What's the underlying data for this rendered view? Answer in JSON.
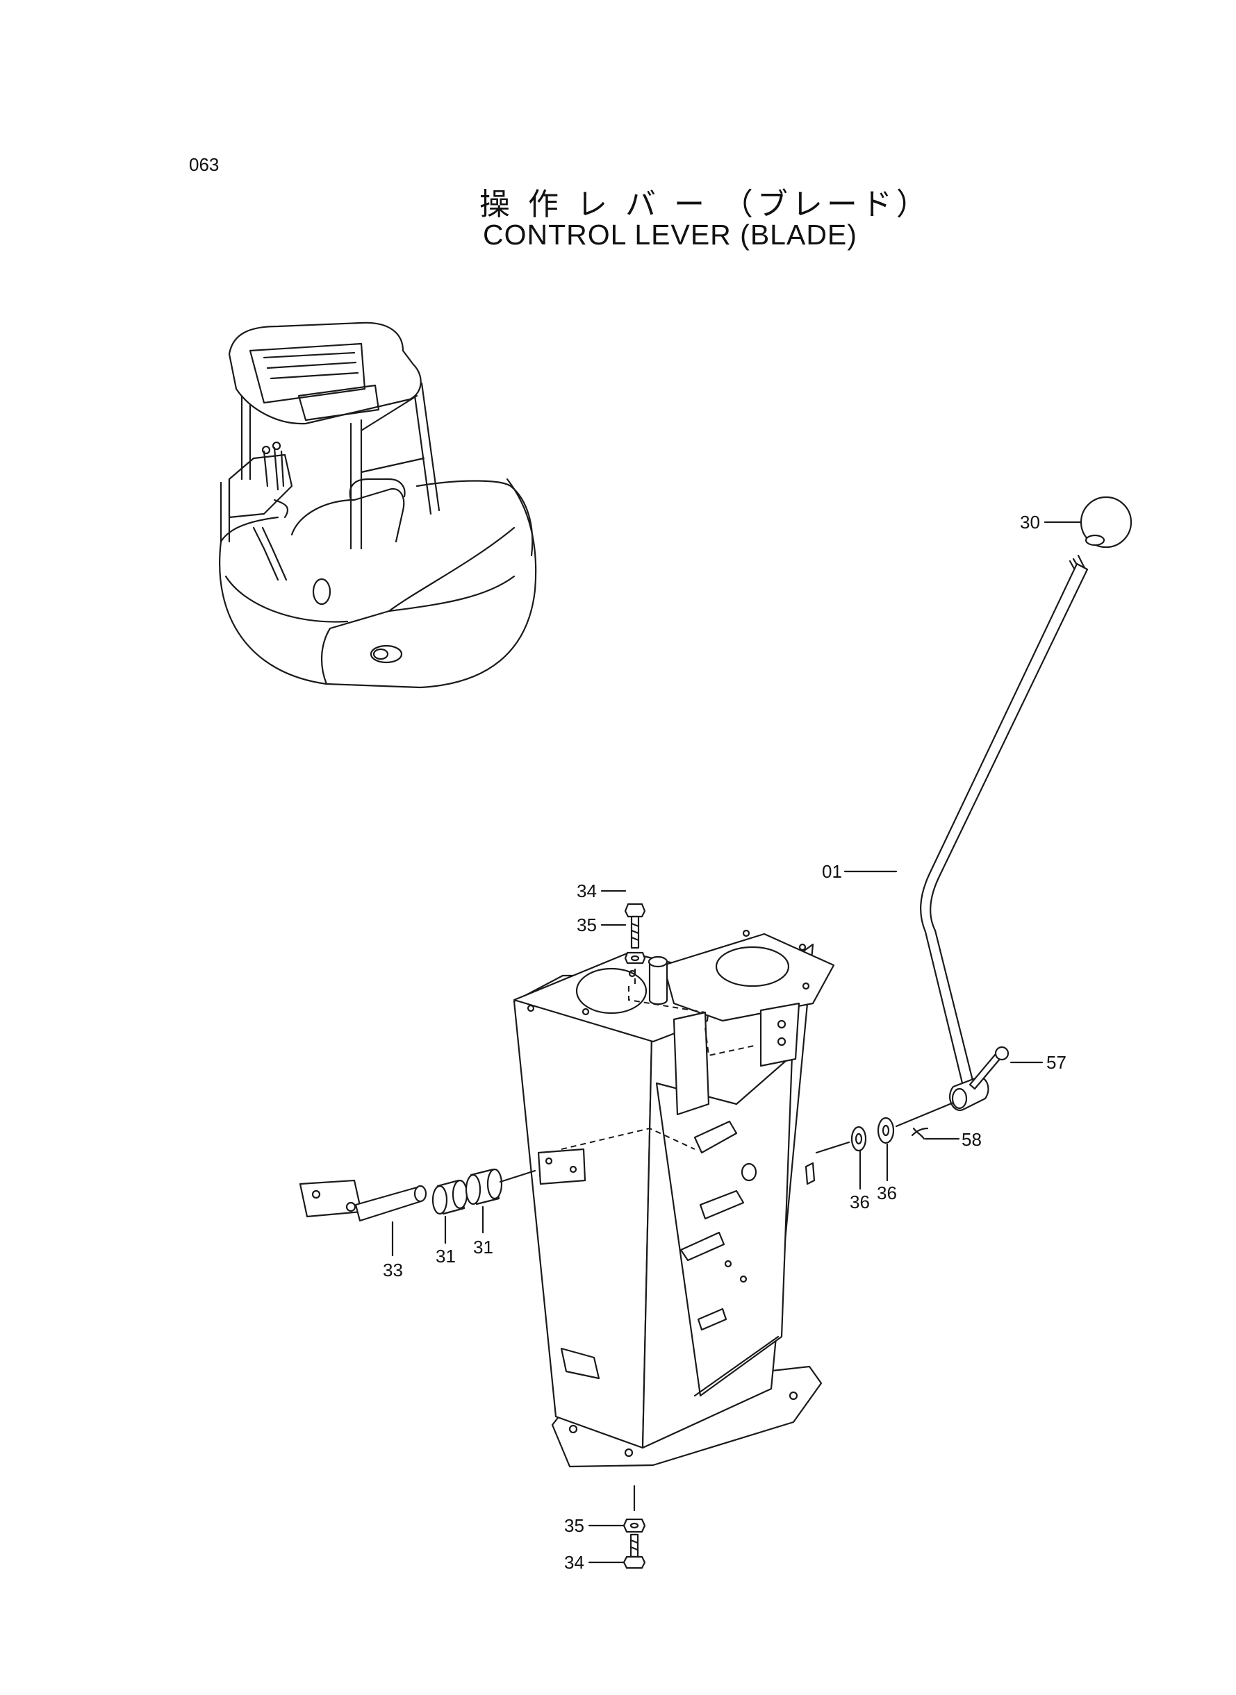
{
  "page_number": "063",
  "title": {
    "japanese": "操 作 レ バ ー （ブレード）",
    "english": "CONTROL  LEVER (BLADE)"
  },
  "callouts": {
    "c30": "30",
    "c01": "01",
    "c34_top": "34",
    "c35_top": "35",
    "c57": "57",
    "c58": "58",
    "c36_a": "36",
    "c36_b": "36",
    "c31_a": "31",
    "c31_b": "31",
    "c33": "33",
    "c35_bottom": "35",
    "c34_bottom": "34"
  }
}
